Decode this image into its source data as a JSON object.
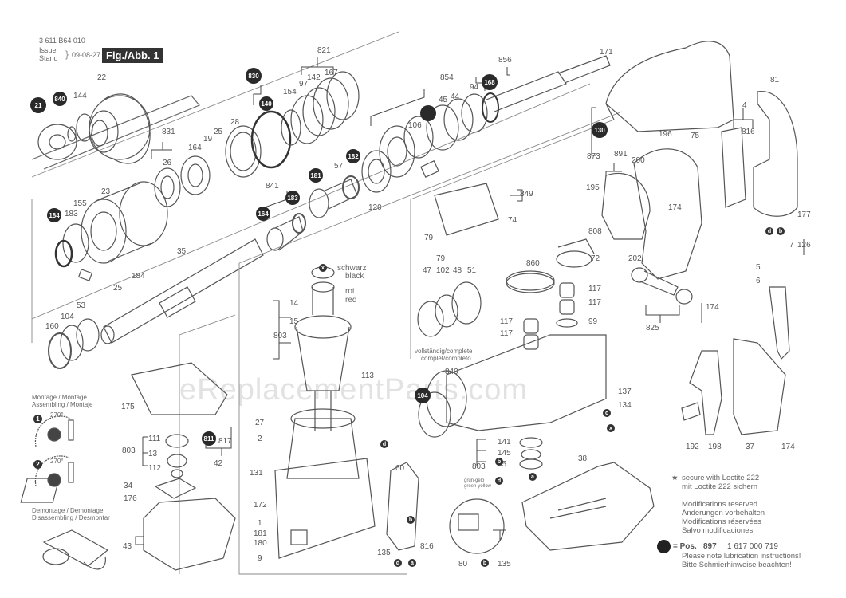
{
  "header": {
    "part_number": "3 611 B64 010",
    "issue_label": "Issue",
    "stand_label": "Stand",
    "date": "09-08-27",
    "figure_label": "Fig./Abb. 1"
  },
  "watermark": "eReplacementParts.com",
  "assembly_notes": {
    "montage_title_1": "Montage / Montage",
    "montage_title_2": "Assembling / Montaje",
    "step1": "1",
    "step2": "2",
    "angle": "270°",
    "demontage_title_1": "Demontage / Demontage",
    "demontage_title_2": "Disassembling / Desmontar"
  },
  "wire_labels": {
    "black_de": "schwarz",
    "black_en": "black",
    "red_de": "rot",
    "red_en": "red",
    "green_yellow_de": "grün-gelb",
    "green_yellow_en": "green-yellow",
    "complete_1": "vollständig/complete",
    "complete_2": "complet/completo"
  },
  "legend": {
    "star_note_1": "secure with Loctite 222",
    "star_note_2": "mit Loctite 222 sichern",
    "mods": [
      "Modifications reserved",
      "Änderungen vorbehalten",
      "Modifications réservées",
      "Salvo modificaciones"
    ],
    "pos_label": "= Pos.",
    "pos_number": "897",
    "pos_part": "1 617 000 719",
    "lube_en": "Please note lubrication instructions!",
    "lube_de": "Bitte Schmierhinweise beachten!"
  },
  "callouts": [
    {
      "id": "c22",
      "label": "22"
    },
    {
      "id": "c144",
      "label": "144"
    },
    {
      "id": "c831",
      "label": "831"
    },
    {
      "id": "c26",
      "label": "26"
    },
    {
      "id": "c164a",
      "label": "164"
    },
    {
      "id": "c19",
      "label": "19"
    },
    {
      "id": "c25a",
      "label": "25"
    },
    {
      "id": "c28",
      "label": "28"
    },
    {
      "id": "c821",
      "label": "821"
    },
    {
      "id": "c97",
      "label": "97"
    },
    {
      "id": "c142",
      "label": "142"
    },
    {
      "id": "c167",
      "label": "167"
    },
    {
      "id": "c154",
      "label": "154"
    },
    {
      "id": "c856",
      "label": "856"
    },
    {
      "id": "c854",
      "label": "854"
    },
    {
      "id": "c94",
      "label": "94"
    },
    {
      "id": "c44",
      "label": "44"
    },
    {
      "id": "c45",
      "label": "45"
    },
    {
      "id": "c106",
      "label": "106"
    },
    {
      "id": "c57",
      "label": "57"
    },
    {
      "id": "c841",
      "label": "841"
    },
    {
      "id": "c120",
      "label": "120"
    },
    {
      "id": "c23",
      "label": "23"
    },
    {
      "id": "c183",
      "label": "183"
    },
    {
      "id": "c155",
      "label": "155"
    },
    {
      "id": "c35",
      "label": "35"
    },
    {
      "id": "c184",
      "label": "184"
    },
    {
      "id": "c25b",
      "label": "25"
    },
    {
      "id": "c53",
      "label": "53"
    },
    {
      "id": "c104",
      "label": "104"
    },
    {
      "id": "c160",
      "label": "160"
    },
    {
      "id": "c171",
      "label": "171"
    },
    {
      "id": "c873",
      "label": "873"
    },
    {
      "id": "c81",
      "label": "81"
    },
    {
      "id": "c4",
      "label": "4"
    },
    {
      "id": "c816",
      "label": "816"
    },
    {
      "id": "c196",
      "label": "196"
    },
    {
      "id": "c75",
      "label": "75"
    },
    {
      "id": "c891",
      "label": "891"
    },
    {
      "id": "c200",
      "label": "200"
    },
    {
      "id": "c195",
      "label": "195"
    },
    {
      "id": "c174a",
      "label": "174"
    },
    {
      "id": "c177",
      "label": "177"
    },
    {
      "id": "c849",
      "label": "849"
    },
    {
      "id": "c74",
      "label": "74"
    },
    {
      "id": "c79a",
      "label": "79"
    },
    {
      "id": "c79b",
      "label": "79"
    },
    {
      "id": "c808",
      "label": "808"
    },
    {
      "id": "c72",
      "label": "72"
    },
    {
      "id": "c860",
      "label": "860"
    },
    {
      "id": "c47",
      "label": "47"
    },
    {
      "id": "c102",
      "label": "102"
    },
    {
      "id": "c48",
      "label": "48"
    },
    {
      "id": "c51",
      "label": "51"
    },
    {
      "id": "c117a",
      "label": "117"
    },
    {
      "id": "c117b",
      "label": "117"
    },
    {
      "id": "c117c",
      "label": "117"
    },
    {
      "id": "c117d",
      "label": "117"
    },
    {
      "id": "c99",
      "label": "99"
    },
    {
      "id": "c202",
      "label": "202"
    },
    {
      "id": "c825",
      "label": "825"
    },
    {
      "id": "c174b",
      "label": "174"
    },
    {
      "id": "c7",
      "label": "7"
    },
    {
      "id": "c126",
      "label": "126"
    },
    {
      "id": "c5",
      "label": "5"
    },
    {
      "id": "c6",
      "label": "6"
    },
    {
      "id": "c14",
      "label": "14"
    },
    {
      "id": "c15",
      "label": "15"
    },
    {
      "id": "c803a",
      "label": "803"
    },
    {
      "id": "c113",
      "label": "113"
    },
    {
      "id": "c840",
      "label": "840"
    },
    {
      "id": "c137",
      "label": "137"
    },
    {
      "id": "c134",
      "label": "134"
    },
    {
      "id": "c192",
      "label": "192"
    },
    {
      "id": "c198",
      "label": "198"
    },
    {
      "id": "c37",
      "label": "37"
    },
    {
      "id": "c174c",
      "label": "174"
    },
    {
      "id": "c175",
      "label": "175"
    },
    {
      "id": "c817",
      "label": "817"
    },
    {
      "id": "c42",
      "label": "42"
    },
    {
      "id": "c111",
      "label": "111"
    },
    {
      "id": "c13",
      "label": "13"
    },
    {
      "id": "c112",
      "label": "112"
    },
    {
      "id": "c803b",
      "label": "803"
    },
    {
      "id": "c34",
      "label": "34"
    },
    {
      "id": "c176",
      "label": "176"
    },
    {
      "id": "c43",
      "label": "43"
    },
    {
      "id": "c27",
      "label": "27"
    },
    {
      "id": "c2",
      "label": "2"
    },
    {
      "id": "c131",
      "label": "131"
    },
    {
      "id": "c172",
      "label": "172"
    },
    {
      "id": "c1",
      "label": "1"
    },
    {
      "id": "c181",
      "label": "181"
    },
    {
      "id": "c180",
      "label": "180"
    },
    {
      "id": "c9",
      "label": "9"
    },
    {
      "id": "c60",
      "label": "60"
    },
    {
      "id": "c135a",
      "label": "135"
    },
    {
      "id": "c816b",
      "label": "816"
    },
    {
      "id": "c80",
      "label": "80"
    },
    {
      "id": "c135b",
      "label": "135"
    },
    {
      "id": "c141",
      "label": "141"
    },
    {
      "id": "c145",
      "label": "145"
    },
    {
      "id": "c95",
      "label": "95"
    },
    {
      "id": "c803c",
      "label": "803"
    },
    {
      "id": "c38",
      "label": "38"
    }
  ],
  "lube_markers": [
    {
      "id": "m21",
      "label": "21"
    },
    {
      "id": "m840",
      "label": "840"
    },
    {
      "id": "m830",
      "label": "830"
    },
    {
      "id": "m140",
      "label": "140"
    },
    {
      "id": "m182",
      "label": "182"
    },
    {
      "id": "m181",
      "label": "181"
    },
    {
      "id": "m183",
      "label": "183"
    },
    {
      "id": "m164",
      "label": "164"
    },
    {
      "id": "m184",
      "label": "184"
    },
    {
      "id": "m130",
      "label": "130"
    },
    {
      "id": "m168",
      "label": "168"
    },
    {
      "id": "m811",
      "label": "811"
    },
    {
      "id": "m104",
      "label": "104"
    },
    {
      "id": "mdot",
      "label": ""
    }
  ],
  "letter_markers": [
    {
      "id": "lx",
      "label": "x"
    },
    {
      "id": "ld1",
      "label": "d"
    },
    {
      "id": "lb1",
      "label": "b"
    },
    {
      "id": "ld2",
      "label": "d"
    },
    {
      "id": "la1",
      "label": "a"
    },
    {
      "id": "lb2",
      "label": "b"
    },
    {
      "id": "ld3",
      "label": "d"
    },
    {
      "id": "lb3",
      "label": "b"
    },
    {
      "id": "la2",
      "label": "a"
    },
    {
      "id": "lc",
      "label": "c"
    },
    {
      "id": "lx2",
      "label": "x"
    },
    {
      "id": "ld4",
      "label": "d"
    },
    {
      "id": "lb4",
      "label": "b"
    }
  ]
}
